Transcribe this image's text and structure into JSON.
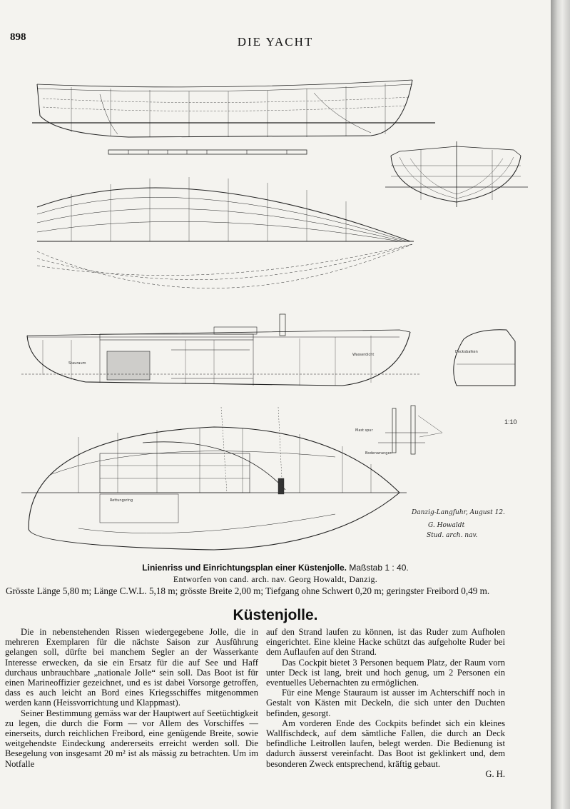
{
  "page": {
    "number": "898",
    "running_head": "DIE YACHT"
  },
  "drawing": {
    "scale_side": "1:10",
    "signature": {
      "line1": "Danzig-Langfuhr, August 12.",
      "line2": "G. Howaldt",
      "line3": "Stud. arch. nav."
    }
  },
  "caption": {
    "line1_bold": "Linienriss und Einrichtungsplan einer Küstenjolle.",
    "line1_scale": "Maßstab 1 : 40.",
    "line2": "Entworfen von cand. arch. nav. Georg Howaldt, Danzig.",
    "dimensions": "Grösste Länge 5,80 m; Länge C.W.L. 5,18 m; grösste Breite 2,00 m; Tiefgang ohne Schwert 0,20 m; geringster Freibord 0,49 m."
  },
  "article": {
    "title": "Küstenjolle.",
    "left": [
      "Die in nebenstehenden Rissen wiedergegebene Jolle, die in mehreren Exemplaren für die nächste Saison zur Ausführung gelangen soll, dürfte bei manchem Segler an der Wasserkante Interesse erwecken, da sie ein Ersatz für die auf See und Haff durchaus unbrauchbare „nationale Jolle“ sein soll. Das Boot ist für einen Marineoffizier gezeichnet, und es ist dabei Vorsorge getroffen, dass es auch leicht an Bord eines Kriegsschiffes mitgenommen werden kann (Heissvorrichtung und Klappmast).",
      "Seiner Bestimmung gemäss war der Hauptwert auf Seetüchtigkeit zu legen, die durch die Form — vor Allem des Vorschiffes — einerseits, durch reichlichen Freibord, eine genügende Breite, sowie weitgehendste Eindeckung andererseits erreicht werden soll. Die Besegelung von insgesamt 20 m² ist als mässig zu betrachten. Um im Notfalle"
    ],
    "right": [
      "auf den Strand laufen zu können, ist das Ruder zum Aufholen eingerichtet. Eine kleine Hacke schützt das aufgeholte Ruder bei dem Auflaufen auf den Strand.",
      "Das Cockpit bietet 3 Personen bequem Platz, der Raum vorn unter Deck ist lang, breit und hoch genug, um 2 Personen ein eventuelles Uebernachten zu ermöglichen.",
      "Für eine Menge Stauraum ist ausser im Achterschiff noch in Gestalt von Kästen mit Deckeln, die sich unter den Duchten befinden, gesorgt.",
      "Am vorderen Ende des Cockpits befindet sich ein kleines Wallfischdeck, auf dem sämtliche Fallen, die durch an Deck befindliche Leitrollen laufen, belegt werden. Die Bedienung ist dadurch äusserst vereinfacht. Das Boot ist geklinkert und, dem besonderen Zweck entsprechend, kräftig gebaut."
    ],
    "signature": "G. H."
  }
}
